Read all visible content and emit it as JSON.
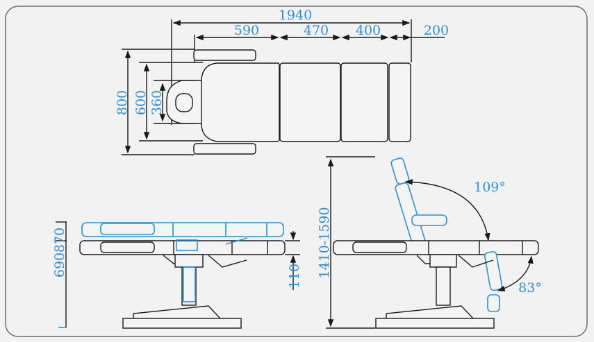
{
  "top_view": {
    "overall_length": "1940",
    "section_lengths": [
      "590",
      "470",
      "400",
      "200"
    ],
    "widths": [
      "800",
      "600",
      "360"
    ]
  },
  "side_view_flat": {
    "max_height": "870",
    "min_height": "690",
    "lift_travel": "110"
  },
  "side_view_chair": {
    "overall_height": "1410-1590",
    "backrest_angle": "109°",
    "legrest_angle": "83°"
  },
  "colors": {
    "dimension": "#2a90d8",
    "outline": "#1a1a1a"
  }
}
